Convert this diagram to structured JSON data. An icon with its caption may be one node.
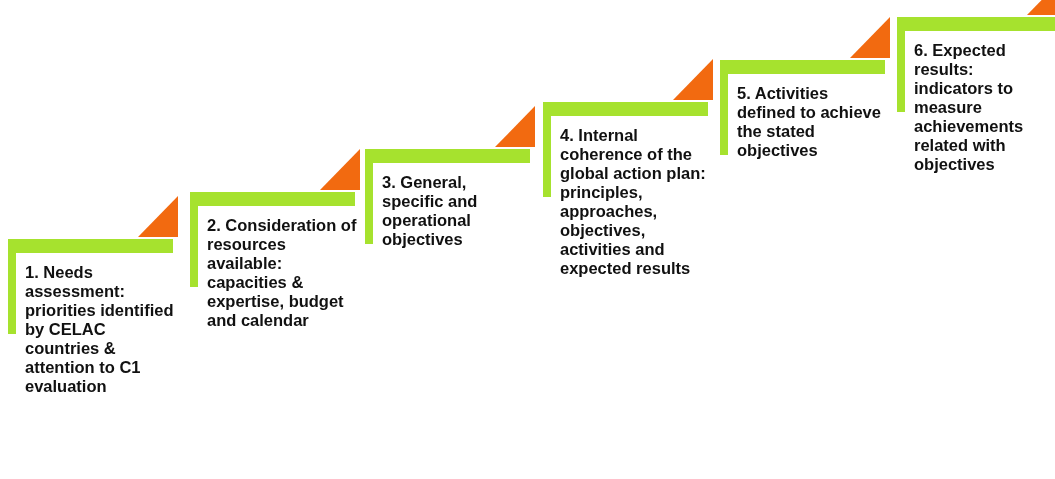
{
  "diagram": {
    "nodes": [
      {
        "text": [
          "1. Needs assessment: priorities identified by CELAC countries & attention to C1 evaluation"
        ]
      },
      {
        "text": [
          "2. Consideration of resources available: capacities & expertise, budget and calendar"
        ]
      },
      {
        "text": [
          "3. General, specific and operational objectives"
        ]
      },
      {
        "text": [
          "4. Internal coherence of the global action plan: principles, approaches, objectives, activities and expected results"
        ]
      },
      {
        "text": [
          "5. Activities defined to achieve the stated objectives"
        ]
      },
      {
        "text": [
          "6. Expected results: indicators to measure achievements related with objectives"
        ]
      }
    ]
  }
}
